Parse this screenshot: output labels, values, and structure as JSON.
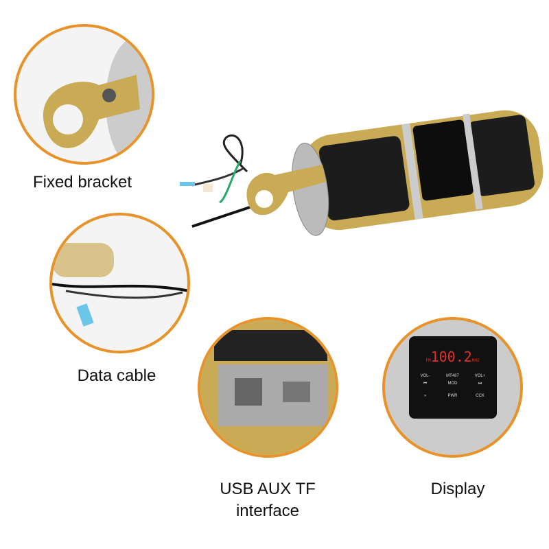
{
  "labels": {
    "fixed_bracket": "Fixed bracket",
    "data_cable": "Data cable",
    "usb_aux_tf_line1": "USB AUX TF",
    "usb_aux_tf_line2": "interface",
    "display": "Display"
  },
  "display_panel": {
    "band": "FM",
    "frequency": "100.2",
    "unit": "MHZ",
    "buttons_row1": [
      "VOL-",
      "MT487",
      "VOL+"
    ],
    "buttons_row2": [
      "⏮",
      "MOD",
      "⏭"
    ],
    "buttons_row3": [
      "»",
      "PWR",
      "CCK"
    ]
  },
  "colors": {
    "accent": "#e8922a",
    "gold": "#c9aa55",
    "body": "#1a1a1a"
  }
}
